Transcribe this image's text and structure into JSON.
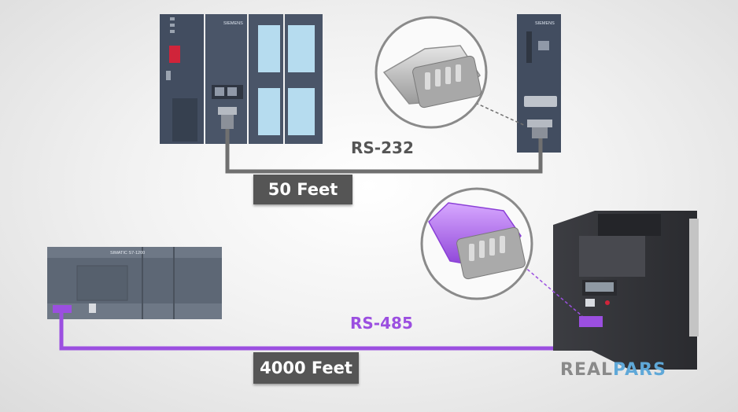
{
  "labels": {
    "rs232": "RS-232",
    "rs485": "RS-485",
    "distance_232": "50 Feet",
    "distance_485": "4000 Feet"
  },
  "brand": {
    "part1": "REAL",
    "part2": "PARS"
  },
  "device_text": {
    "siemens": "SIEMENS",
    "s7_1200": "SIMATIC S7-1200"
  },
  "colors": {
    "rs232_cable": "#707070",
    "rs485_cable": "#9b4fe0",
    "rs232_text": "#555555",
    "rs485_text": "#9b4fe0",
    "brand_gray": "#8a8a8a",
    "brand_blue": "#5fa8d8",
    "tag_bg": "#555555"
  }
}
